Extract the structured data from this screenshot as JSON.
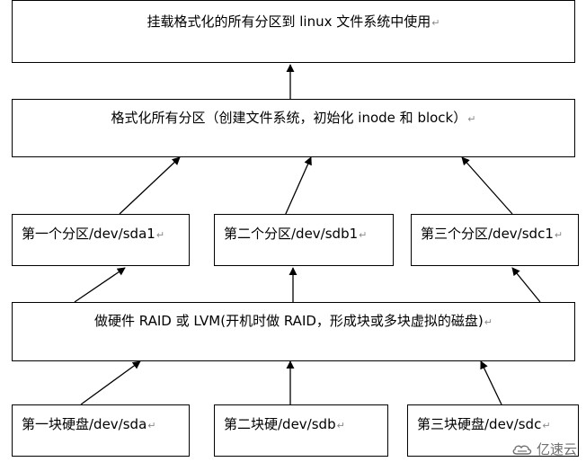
{
  "diagram": {
    "layer1": {
      "label": "挂载格式化的所有分区到 linux 文件系统中使用"
    },
    "layer2": {
      "label": "格式化所有分区（创建文件系统，初始化 inode 和 block）"
    },
    "partitions": [
      {
        "label": "第一个分区/dev/sda1"
      },
      {
        "label": "第二个分区/dev/sdb1"
      },
      {
        "label": "第三个分区/dev/sdc1"
      }
    ],
    "layer4": {
      "label": "做硬件 RAID 或 LVM(开机时做 RAID，形成块或多块虚拟的磁盘)"
    },
    "disks": [
      {
        "label": "第一块硬盘/dev/sda"
      },
      {
        "label": "第二块硬/dev/sdb"
      },
      {
        "label": "第三块硬盘/dev/sdc"
      }
    ],
    "paragraph_mark": "↵"
  },
  "watermark": {
    "text": "亿速云",
    "logo_icon": "cloud-logo-icon"
  },
  "colors": {
    "line": "#000000",
    "background": "#ffffff",
    "watermark": "#6f6f6f"
  }
}
